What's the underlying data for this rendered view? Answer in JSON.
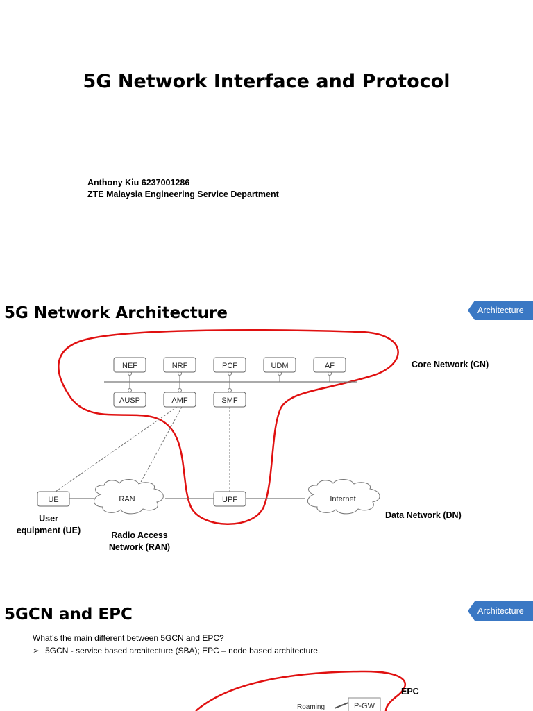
{
  "slide1": {
    "title": "5G Network Interface and Protocol",
    "author_line1": "Anthony Kiu 6237001286",
    "author_line2": "ZTE Malaysia Engineering Service Department"
  },
  "slide2": {
    "title": "5G Network Architecture",
    "tag": "Architecture",
    "core_network_label": "Core Network (CN)",
    "data_network_label": "Data Network (DN)",
    "ue_label_line1": "User",
    "ue_label_line2": "equipment (UE)",
    "ran_label_line1": "Radio Access",
    "ran_label_line2": "Network (RAN)",
    "nodes": {
      "nef": "NEF",
      "nrf": "NRF",
      "pcf": "PCF",
      "udm": "UDM",
      "af": "AF",
      "ausp": "AUSP",
      "amf": "AMF",
      "smf": "SMF",
      "ue": "UE",
      "ran": "RAN",
      "upf": "UPF",
      "internet": "Internet"
    },
    "colors": {
      "outline": "#e01010",
      "tag": "#3a78c4"
    }
  },
  "slide3": {
    "title": "5GCN and EPC",
    "tag": "Architecture",
    "question": "What’s the main different between 5GCN and EPC?",
    "bullet": "5GCN - service based architecture (SBA); EPC – node based architecture.",
    "bullet_marker": "➢",
    "epc_label": "EPC",
    "roaming_label": "Roaming",
    "pgw_label": "P-GW"
  }
}
